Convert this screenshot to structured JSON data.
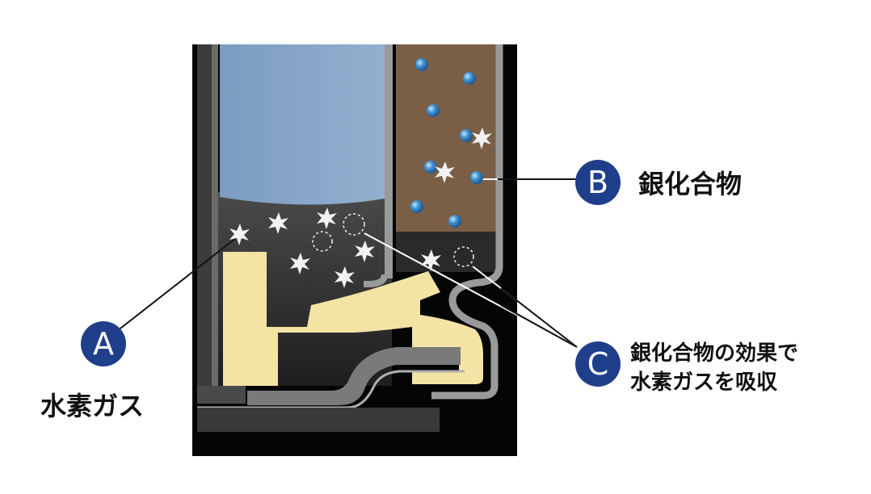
{
  "badges": {
    "a": "A",
    "b": "B",
    "c": "C"
  },
  "labels": {
    "a": "水素ガス",
    "b": "銀化合物",
    "c_line1": "銀化合物の効果で",
    "c_line2": "水素ガスを吸収"
  },
  "colors": {
    "badge": "#1f3f8a",
    "zinc_blue": "#86a6c6",
    "silver_compound": "#7a5e46",
    "gas_dark": "#3a3a3a",
    "seal_cream": "#f3e3a4",
    "metal_gray": "#8a8a8a",
    "background_black": "#050505",
    "blue_particle": "#3d8fd0"
  }
}
